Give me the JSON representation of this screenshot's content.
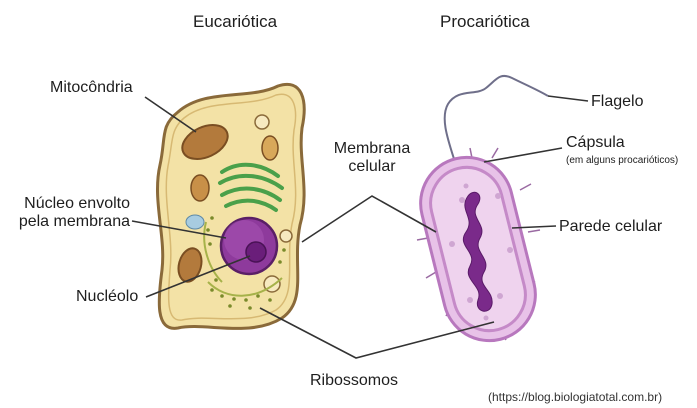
{
  "titles": {
    "eukaryote": "Eucariótica",
    "prokaryote": "Procariótica"
  },
  "labels": {
    "mitochondria": "Mitocôndria",
    "nucleus_line1": "Núcleo envolto",
    "nucleus_line2": "pela membrana",
    "nucleolus": "Nucléolo",
    "membrane_line1": "Membrana",
    "membrane_line2": "celular",
    "ribosomes": "Ribossomos",
    "flagellum": "Flagelo",
    "capsule": "Cápsula",
    "capsule_note": "(em alguns procarióticos)",
    "cell_wall": "Parede celular"
  },
  "source": "(https://blog.biologiatotal.com.br)",
  "colors": {
    "cytoplasm": "#f3e2a6",
    "cell_outline": "#8a6a3a",
    "mitochondria": "#b37a3c",
    "nucleus": "#8e3a9c",
    "nucleolus": "#6a1e7a",
    "golgi": "#4aa04a",
    "bacterium_wall": "#c58ac8",
    "bacterium_inside": "#efd3ee",
    "dna": "#7a2a8a",
    "leader_line": "#333333"
  }
}
